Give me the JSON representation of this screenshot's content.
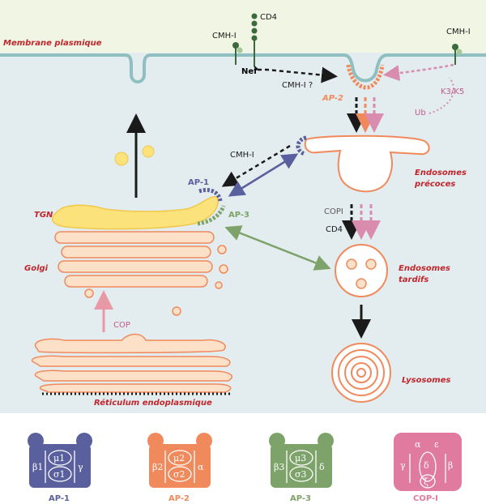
{
  "labels": {
    "membrane": "Membrane plasmique",
    "cmh_i_left": "CMH-I",
    "cd4_top": "CD4",
    "cmh_i_right": "CMH-I",
    "nef": "Nef",
    "cmh_i_question": "CMH-I ?",
    "k3k5": "K3/K5",
    "ub": "Ub",
    "ap2_top": "AP-2",
    "cmh_i_mid": "CMH-I",
    "ap1_mid": "AP-1",
    "ap3_mid": "AP-3",
    "tgn": "TGN",
    "golgi": "Golgi",
    "cop": "COP",
    "reticulum": "Réticulum endoplasmique",
    "endosomes_precoces_1": "Endosomes",
    "endosomes_precoces_2": "précoces",
    "copi": "COPI",
    "cd4_mid": "CD4",
    "endosomes_tardifs_1": "Endosomes",
    "endosomes_tardifs_2": "tardifs",
    "lysosomes": "Lysosomes"
  },
  "complexes": [
    {
      "name": "AP-1",
      "color": "#5a5f9e",
      "top_left": "μ1",
      "bottom": "σ1",
      "left": "β1",
      "right": "γ"
    },
    {
      "name": "AP-2",
      "color": "#f08a5d",
      "top_left": "μ2",
      "bottom": "σ2",
      "left": "β2",
      "right": "α"
    },
    {
      "name": "AP-3",
      "color": "#7ea36a",
      "top_left": "μ3",
      "bottom": "σ3",
      "left": "β3",
      "right": "δ"
    },
    {
      "name": "COP-I",
      "color": "#e07a9e",
      "top_a": "α",
      "top_b": "ε",
      "mid_left": "γ",
      "mid": "δ",
      "mid_right": "β",
      "bottom": "ξ"
    }
  ],
  "colors": {
    "cytoplasm": "#e3ecee",
    "membrane": "#8fbfc0",
    "organelle_fill": "#fde0c8",
    "organelle_stroke": "#f08a5d",
    "tgn_fill": "#fbe27a",
    "ap1": "#5a5f9e",
    "ap2": "#f08a5d",
    "ap3": "#7ea36a",
    "cop": "#e07a9e",
    "label_red": "#c0272d"
  }
}
